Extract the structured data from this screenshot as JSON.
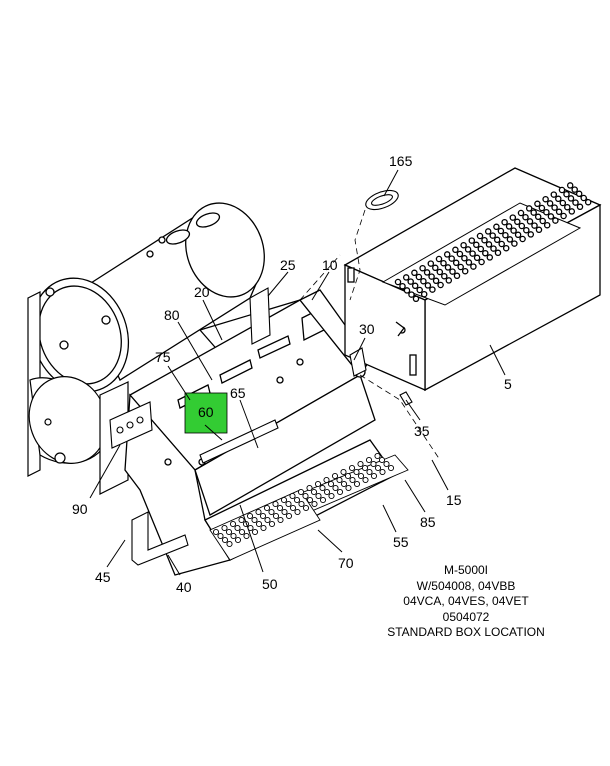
{
  "callouts": {
    "c165": "165",
    "c25": "25",
    "c10": "10",
    "c20": "20",
    "c80": "80",
    "c30": "30",
    "c75": "75",
    "c65": "65",
    "c60": "60",
    "c5": "5",
    "c35": "35",
    "c15": "15",
    "c85": "85",
    "c55": "55",
    "c90": "90",
    "c70": "70",
    "c45": "45",
    "c40": "40",
    "c50": "50"
  },
  "highlight_color": "#33cc33",
  "caption": {
    "line1": "M-5000I",
    "line2": "W/504008, 04VBB",
    "line3": "04VCA, 04VES, 04VET",
    "line4": "0504072",
    "line5": "STANDARD BOX LOCATION"
  }
}
